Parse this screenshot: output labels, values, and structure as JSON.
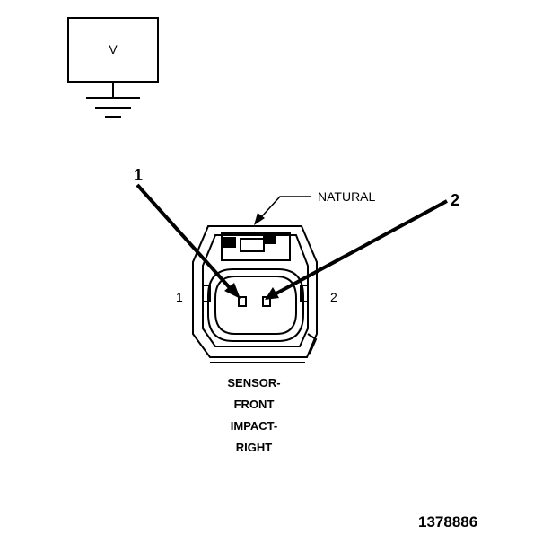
{
  "meter": {
    "symbol": "V"
  },
  "callouts": {
    "pin1": "1",
    "pin2": "2"
  },
  "connector": {
    "color_label": "NATURAL",
    "cavity_left": "1",
    "cavity_right": "2"
  },
  "caption": {
    "line1": "SENSOR-",
    "line2": "FRONT",
    "line3": "IMPACT-",
    "line4": "RIGHT"
  },
  "figure_id": "1378886"
}
